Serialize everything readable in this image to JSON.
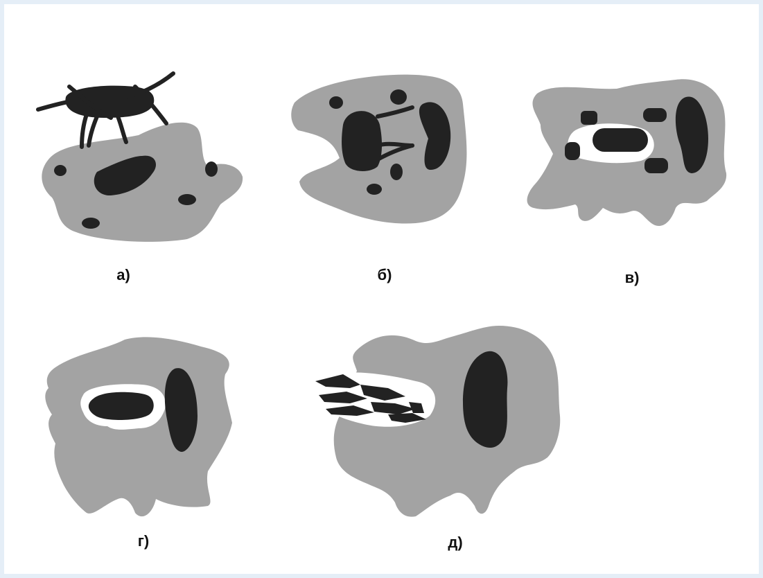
{
  "colors": {
    "background": "#e5eef7",
    "cytoplasm": "#a3a3a3",
    "dark": "#222222",
    "vacuole": "#ffffff"
  },
  "panels": [
    {
      "label": "а)"
    },
    {
      "label": "б)"
    },
    {
      "label": "в)"
    },
    {
      "label": "г)"
    },
    {
      "label": "д)"
    }
  ]
}
